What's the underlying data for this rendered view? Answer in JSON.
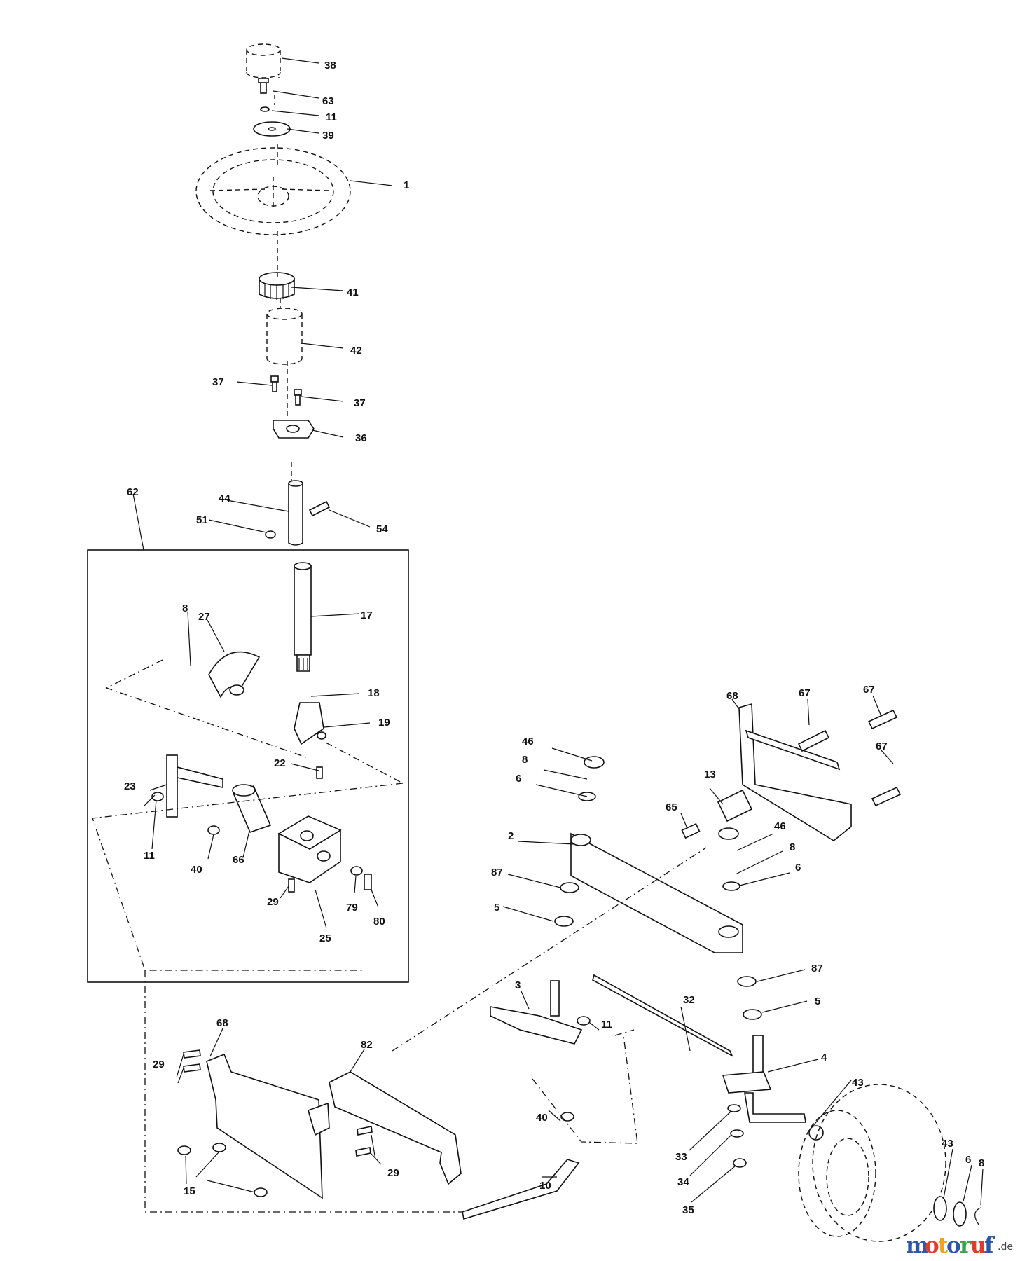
{
  "labels": {
    "l38": "38",
    "l63": "63",
    "l11a": "11",
    "l39": "39",
    "l1": "1",
    "l41": "41",
    "l42": "42",
    "l37a": "37",
    "l37b": "37",
    "l36": "36",
    "l62": "62",
    "l44": "44",
    "l51": "51",
    "l54": "54",
    "l17": "17",
    "l8a": "8",
    "l27": "27",
    "l18": "18",
    "l19": "19",
    "l22": "22",
    "l23": "23",
    "l11b": "11",
    "l40a": "40",
    "l66": "66",
    "l29a": "29",
    "l25": "25",
    "l79": "79",
    "l80": "80",
    "l68a": "68",
    "l67a": "67",
    "l67b": "67",
    "l67c": "67",
    "l46a": "46",
    "l8b": "8",
    "l6a": "6",
    "l13": "13",
    "l65": "65",
    "l2": "2",
    "l46b": "46",
    "l8c": "8",
    "l6b": "6",
    "l87a": "87",
    "l5a": "5",
    "l87b": "87",
    "l5b": "5",
    "l3": "3",
    "l11c": "11",
    "l32": "32",
    "l4": "4",
    "l68b": "68",
    "l29b": "29",
    "l82": "82",
    "l40b": "40",
    "l43a": "43",
    "l43b": "43",
    "l6c": "6",
    "l8d": "8",
    "l33": "33",
    "l34": "34",
    "l35": "35",
    "l15": "15",
    "l29c": "29",
    "l10": "10"
  },
  "watermark": {
    "letters": [
      "m",
      "o",
      "t",
      "o",
      "r",
      "u",
      "f"
    ],
    "suffix": ".de",
    "colors": [
      "#2b57a6",
      "#e23b2b",
      "#f4a21b",
      "#2b57a6",
      "#3aa34a",
      "#e23b2b",
      "#2b57a6"
    ]
  }
}
